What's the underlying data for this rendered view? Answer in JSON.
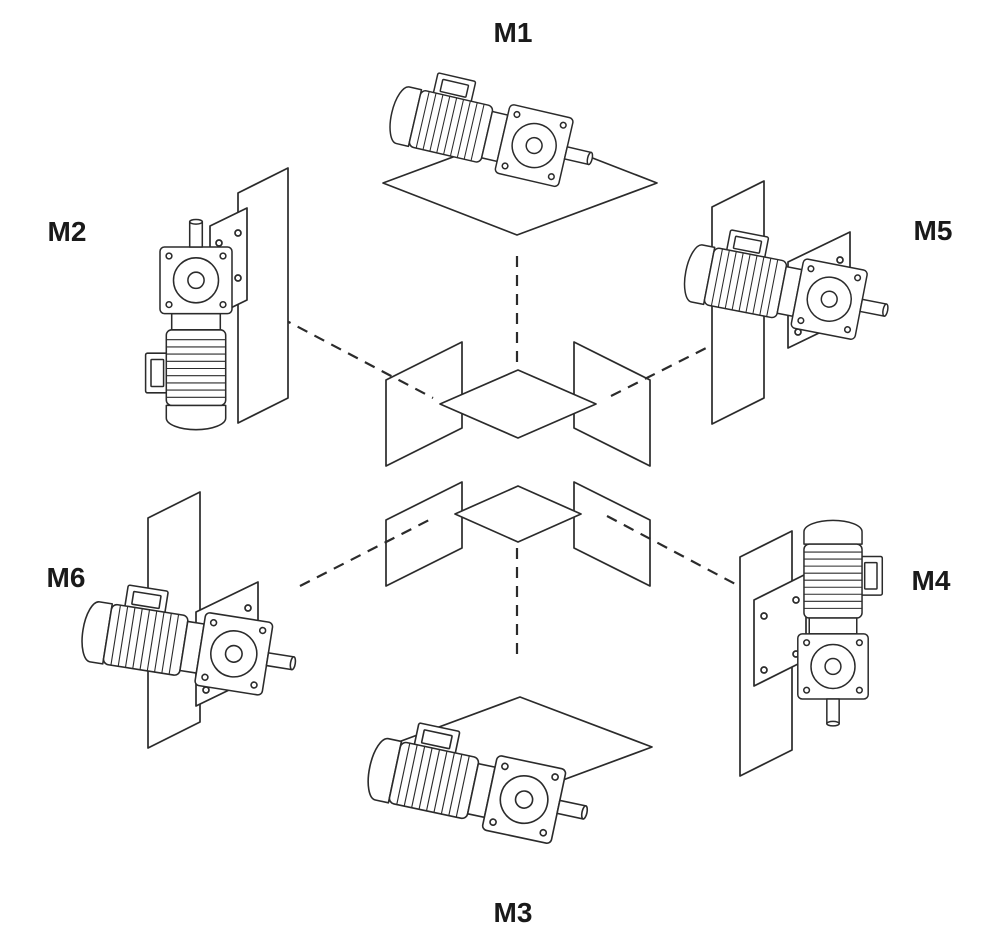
{
  "diagram": {
    "background_color": "#ffffff",
    "line_color": "#2b2b2b",
    "label_color": "#1a1a1a",
    "positions": [
      {
        "label": "M1",
        "placement": "top"
      },
      {
        "label": "M2",
        "placement": "upper-left"
      },
      {
        "label": "M5",
        "placement": "upper-right"
      },
      {
        "label": "M6",
        "placement": "lower-left"
      },
      {
        "label": "M4",
        "placement": "lower-right"
      },
      {
        "label": "M3",
        "placement": "bottom"
      }
    ]
  }
}
